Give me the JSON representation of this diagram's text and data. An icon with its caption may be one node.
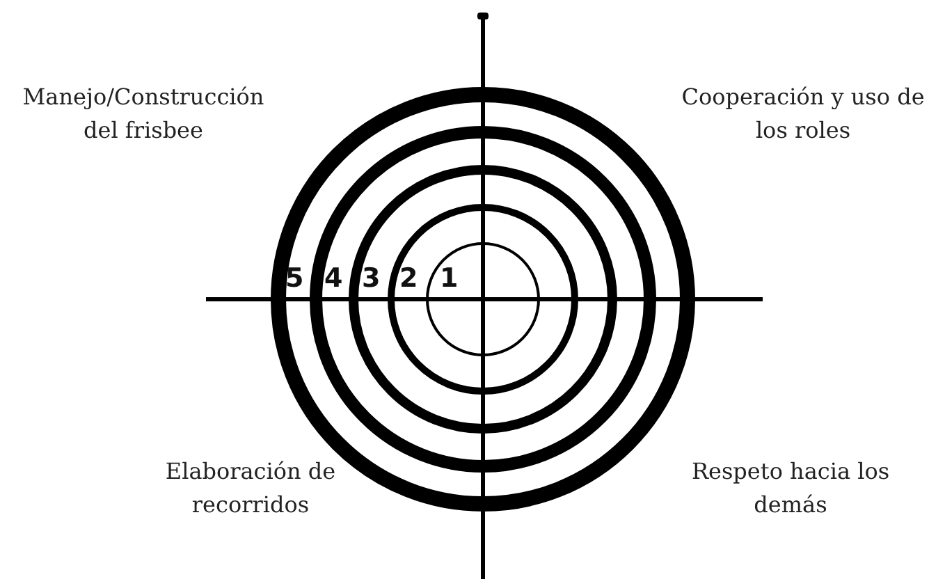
{
  "diagram": {
    "labels": [
      "Manejo/Construcción del frisbee",
      "Cooperación y uso de los roles",
      "5",
      "4",
      "3",
      "2",
      "1",
      "Elaboración de recorridos",
      "Respeto hacia los demás"
    ]
  }
}
